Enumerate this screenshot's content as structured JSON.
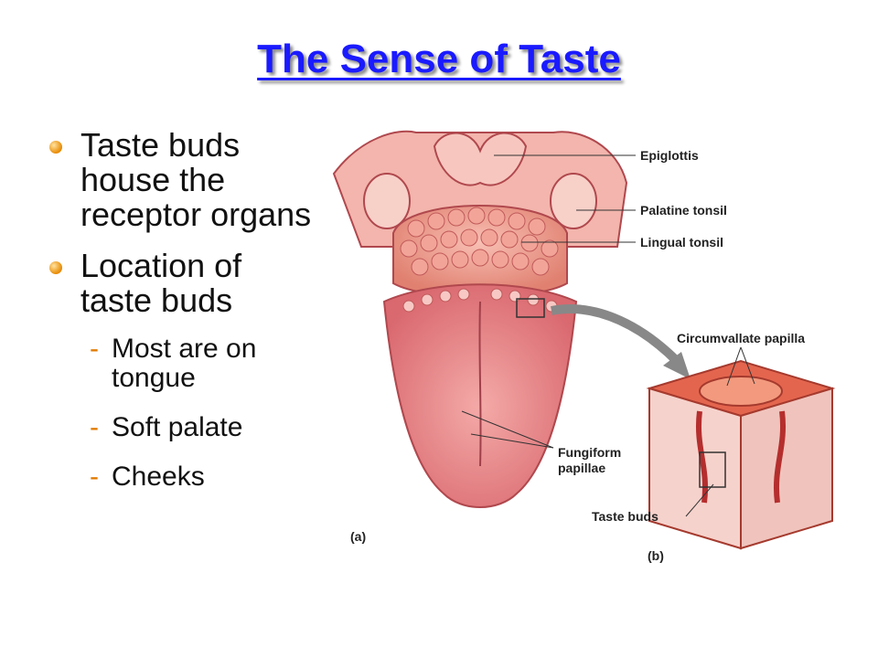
{
  "slide": {
    "title": "The Sense of Taste",
    "bullets": [
      {
        "text": "Taste buds house the receptor organs"
      },
      {
        "text": "Location of taste buds",
        "subitems": [
          "Most are on tongue",
          "Soft palate",
          "Cheeks"
        ]
      }
    ]
  },
  "figure": {
    "labels": {
      "epiglottis": "Epiglottis",
      "palatine_tonsil": "Palatine tonsil",
      "lingual_tonsil": "Lingual tonsil",
      "circumvallate": "Circumvallate papilla",
      "fungiform_1": "Fungiform",
      "fungiform_2": "papillae",
      "taste_buds": "Taste buds",
      "panel_a": "(a)",
      "panel_b": "(b)"
    },
    "colors": {
      "tongue": "#e07a80",
      "tongue_light": "#f2b3b0",
      "title": "#1a1aff",
      "bullet_accent": "#e88a00"
    }
  }
}
